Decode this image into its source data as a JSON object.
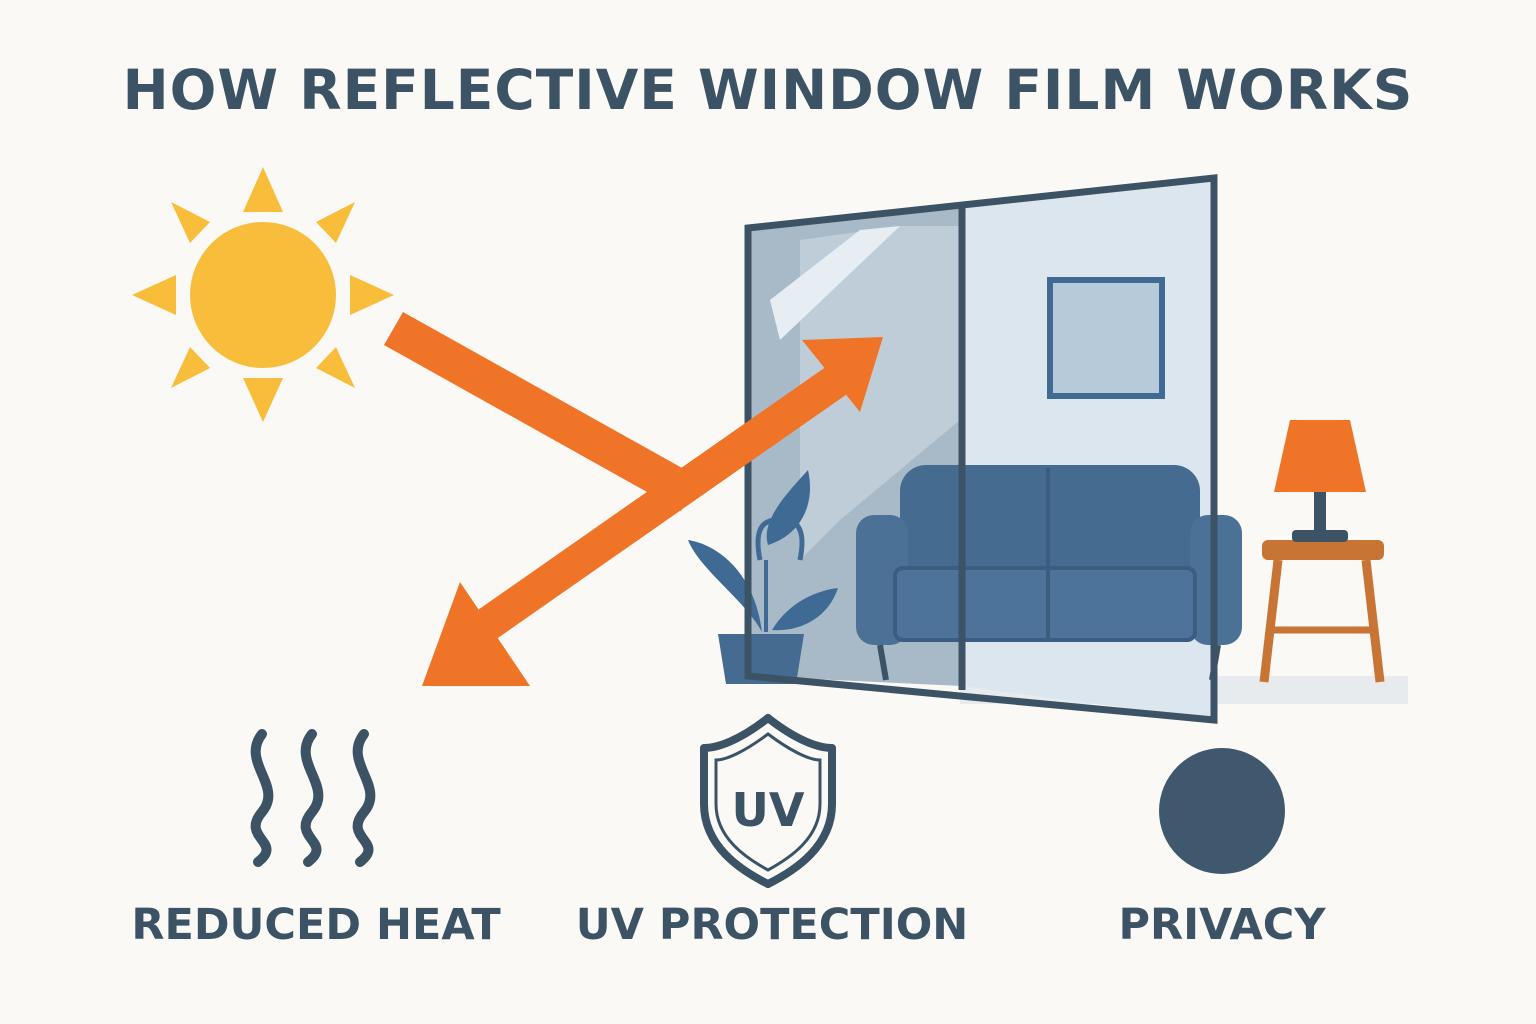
{
  "title": "HOW REFLECTIVE WINDOW FILM WORKS",
  "colors": {
    "sun": "#f8bd3b",
    "arrow": "#f07427",
    "frame": "#3c5365",
    "glass_light": "#dce6ee",
    "glass_dark": "#a8bac8",
    "sofa": "#4b7197",
    "lamp": "#f07427",
    "table": "#c87435",
    "plant": "#3e6a94",
    "icon": "#3c5365"
  },
  "icons": {
    "heat": "heat-waves-icon",
    "uv": "uv-shield-icon",
    "privacy": "privacy-circle-icon"
  },
  "uv_badge": "UV",
  "benefits": [
    {
      "label": "REDUCED HEAT"
    },
    {
      "label": "UV PROTECTION"
    },
    {
      "label": "PRIVACY"
    }
  ]
}
